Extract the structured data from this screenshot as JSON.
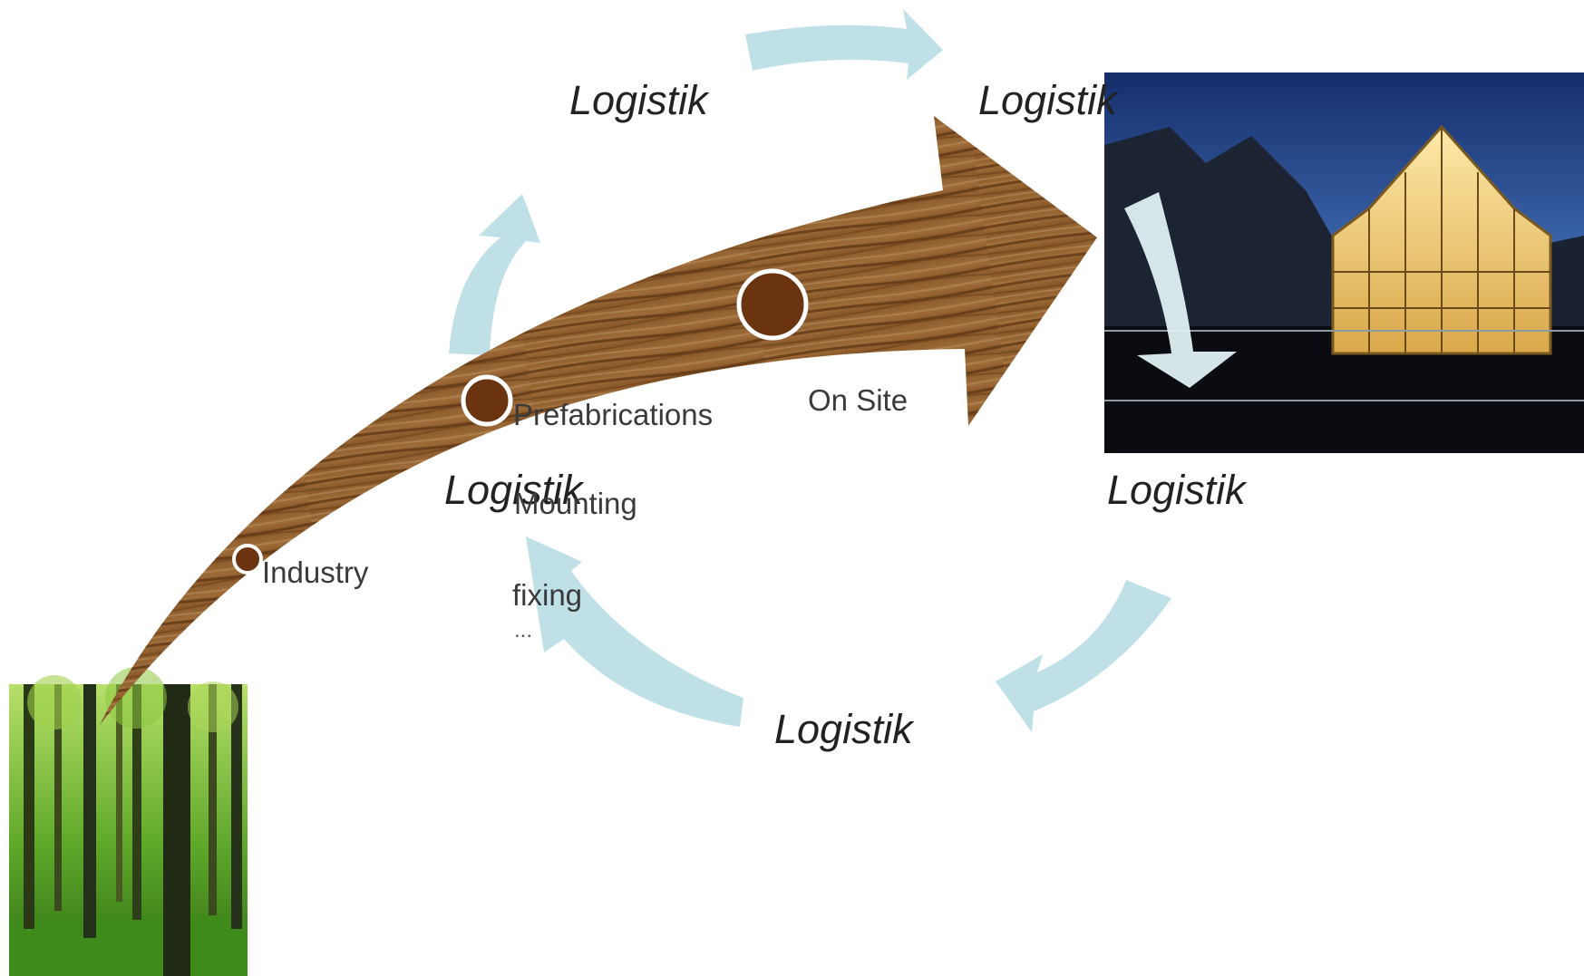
{
  "logistik_labels": [
    "Logistik",
    "Logistik",
    "Logistik",
    "Logistik",
    "Logistik"
  ],
  "stages": [
    "Industry",
    "Prefabrications",
    "On Site"
  ],
  "on_site_items": [
    "Mounting",
    "fixing",
    "..."
  ],
  "pictures": {
    "forest": "forest-photo",
    "building": "glass-building-photo"
  },
  "colors": {
    "cycle_arrow": "#bfe0e6",
    "wood_dark": "#5a3414",
    "wood_mid": "#8a5a2e",
    "wood_light": "#b78853",
    "milestone": "#6b3410",
    "sky": "#1d3a78"
  }
}
